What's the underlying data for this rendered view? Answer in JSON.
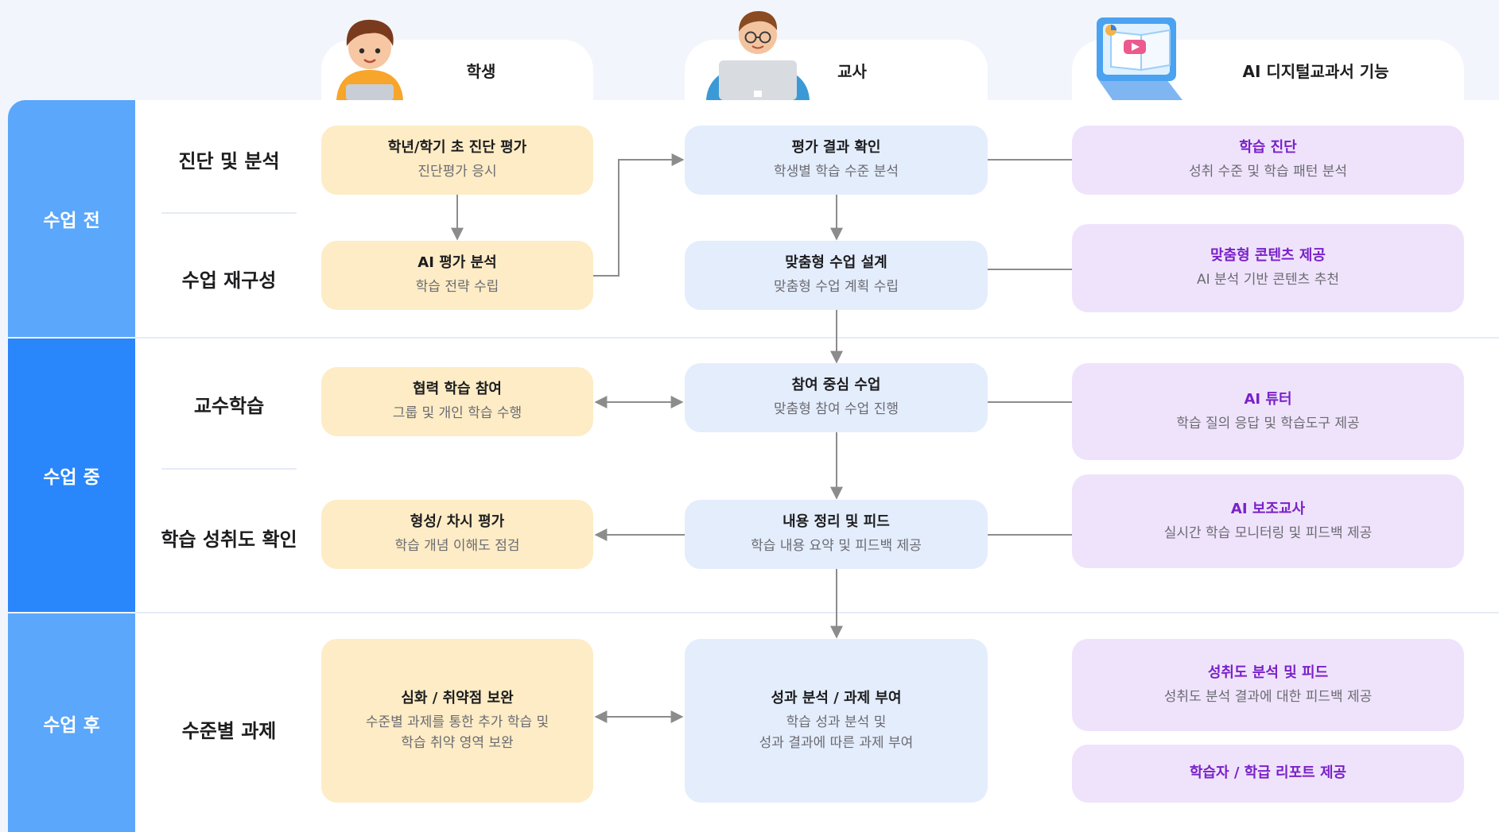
{
  "columns": {
    "student": "학생",
    "teacher": "교사",
    "ai": "AI 디지털교과서 기능"
  },
  "phases": {
    "before": "수업 전",
    "during": "수업 중",
    "after": "수업 후"
  },
  "stages": {
    "diagnosis": "진단 및 분석",
    "restructure": "수업 재구성",
    "teaching": "교수학습",
    "achievement": "학습 성취도 확인",
    "leveled": "수준별 과제"
  },
  "student": {
    "c1": {
      "title": "학년/학기 초 진단 평가",
      "desc": "진단평가 응시"
    },
    "c2": {
      "title": "AI 평가 분석",
      "desc": "학습 전략 수립"
    },
    "c3": {
      "title": "협력 학습 참여",
      "desc": "그룹 및 개인 학습 수행"
    },
    "c4": {
      "title": "형성/ 차시 평가",
      "desc": "학습 개념 이해도 점검"
    },
    "c5": {
      "title": "심화 / 취약점 보완",
      "desc1": "수준별 과제를 통한 추가 학습 및",
      "desc2": "학습 취약 영역 보완"
    }
  },
  "teacher": {
    "c1": {
      "title": "평가 결과 확인",
      "desc": "학생별 학습 수준 분석"
    },
    "c2": {
      "title": "맞춤형 수업 설계",
      "desc": "맞춤형 수업 계획 수립"
    },
    "c3": {
      "title": "참여 중심 수업",
      "desc": "맞춤형 참여 수업 진행"
    },
    "c4": {
      "title": "내용 정리 및 피드",
      "desc": "학습 내용 요약 및 피드백 제공"
    },
    "c5": {
      "title": "성과 분석 / 과제 부여",
      "desc1": "학습 성과 분석 및",
      "desc2": "성과 결과에 따른 과제 부여"
    }
  },
  "ai": {
    "c1": {
      "title": "학습 진단",
      "desc": "성취 수준 및 학습 패턴 분석"
    },
    "c2": {
      "title": "맞춤형 콘텐츠 제공",
      "desc": "AI 분석 기반 콘텐츠 추천"
    },
    "c3": {
      "title": "AI 튜터",
      "desc": "학습 질의 응답 및 학습도구 제공"
    },
    "c4": {
      "title": "AI 보조교사",
      "desc": "실시간 학습 모니터링 및 피드백 제공"
    },
    "c5": {
      "title": "성취도 분석 및 피드",
      "desc": "성취도 분석 결과에 대한 피드백 제공"
    },
    "c6": {
      "title": "학습자 / 학급 리포트 제공"
    }
  },
  "colors": {
    "phase_light": "#5aa7fb",
    "phase_dark": "#2a86fb",
    "student_card": "#fdecc5",
    "teacher_card": "#e4edfc",
    "ai_card": "#efe3fb",
    "ai_title": "#7a21c9"
  },
  "icons": {
    "student": "student-avatar-icon",
    "teacher": "teacher-avatar-icon",
    "ai": "digital-textbook-laptop-icon"
  }
}
